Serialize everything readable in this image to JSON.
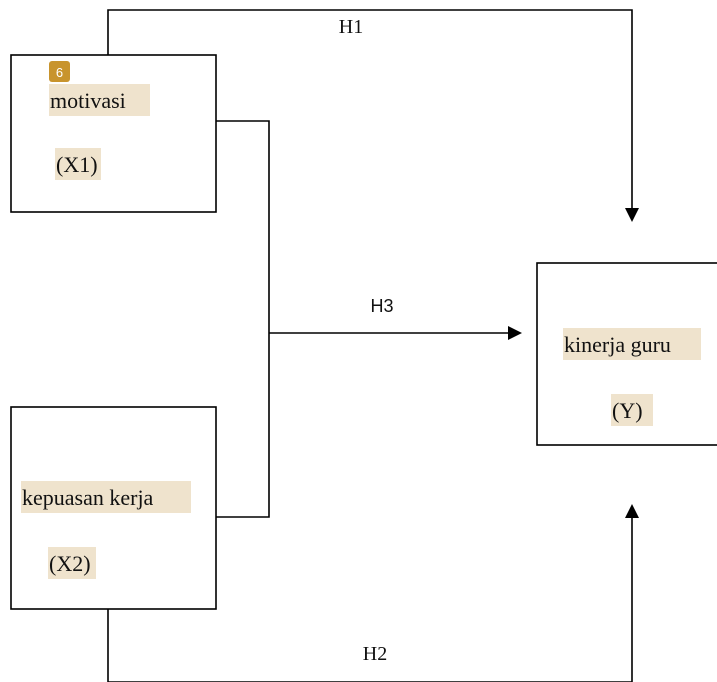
{
  "badge": {
    "number": "6",
    "color": "#c8942d"
  },
  "highlight_color": "#efe3cd",
  "nodes": {
    "x1": {
      "name": "motivasi",
      "code": "(X1)"
    },
    "x2": {
      "name": "kepuasan kerja",
      "code": "(X2)"
    },
    "y": {
      "name": "kinerja guru",
      "code": "(Y)"
    }
  },
  "edges": {
    "h1": "H1",
    "h2": "H2",
    "h3": "H3"
  }
}
